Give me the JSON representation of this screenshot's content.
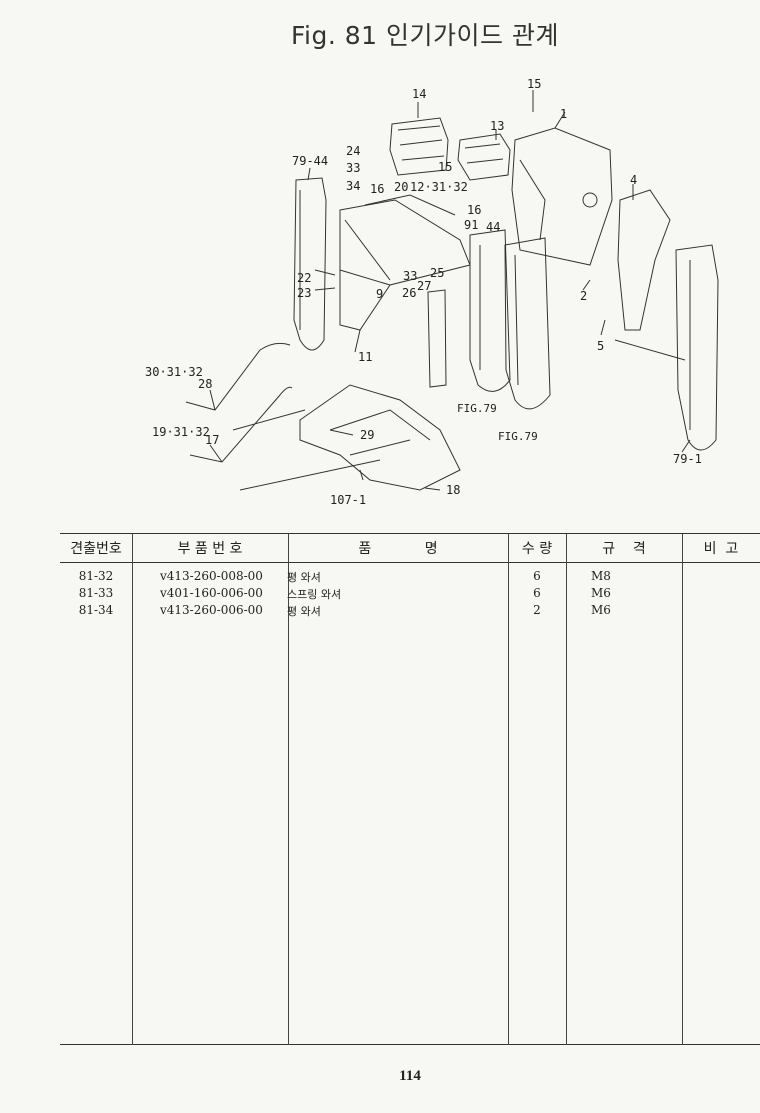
{
  "page": {
    "title": "Fig. 81  인기가이드 관계",
    "page_number": "114"
  },
  "diagram": {
    "callouts": [
      "79-44",
      "24",
      "33",
      "34",
      "16",
      "20",
      "12·31·32",
      "14",
      "15",
      "13",
      "15",
      "16",
      "91",
      "44",
      "1",
      "4",
      "22",
      "23",
      "33",
      "25",
      "26",
      "27",
      "9",
      "11",
      "2",
      "5",
      "79-1",
      "30·31·32",
      "28",
      "19·31·32",
      "17",
      "29",
      "107-1",
      "18"
    ],
    "figure_refs": [
      "FIG.79",
      "FIG.79"
    ]
  },
  "table": {
    "headers": [
      "견출번호",
      "부 품 번 호",
      "품            명",
      "수 량",
      "규    격",
      "비  고"
    ],
    "rows": [
      {
        "no": "81-32",
        "part": "v413-260-008-00",
        "name": "평 와셔",
        "qty": "6",
        "spec": "M8"
      },
      {
        "no": "81-33",
        "part": "v401-160-006-00",
        "name": "스프링 와셔",
        "qty": "6",
        "spec": "M6"
      },
      {
        "no": "81-34",
        "part": "v413-260-006-00",
        "name": "평 와셔",
        "qty": "2",
        "spec": "M6"
      }
    ]
  }
}
